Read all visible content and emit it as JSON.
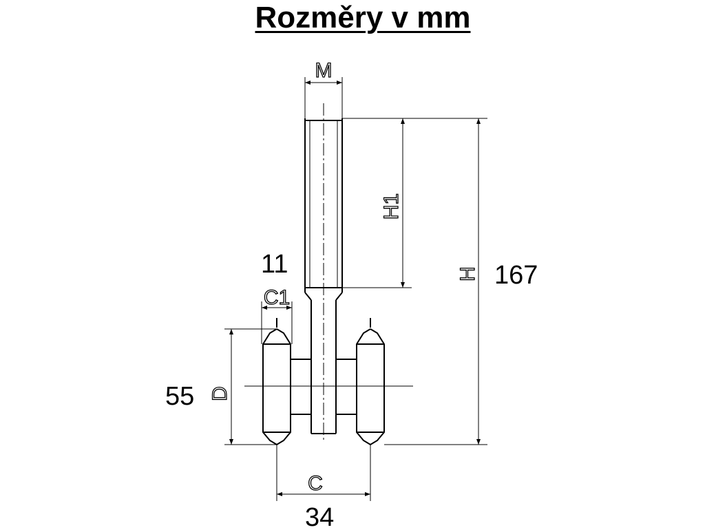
{
  "title": "Rozměry v mm",
  "drawing": {
    "labels": {
      "m": "M",
      "h1": "H1",
      "h": "H",
      "c1": "C1",
      "d": "D",
      "c": "C"
    },
    "values": {
      "h": "167",
      "c1": "11",
      "d": "55",
      "c": "34"
    }
  }
}
